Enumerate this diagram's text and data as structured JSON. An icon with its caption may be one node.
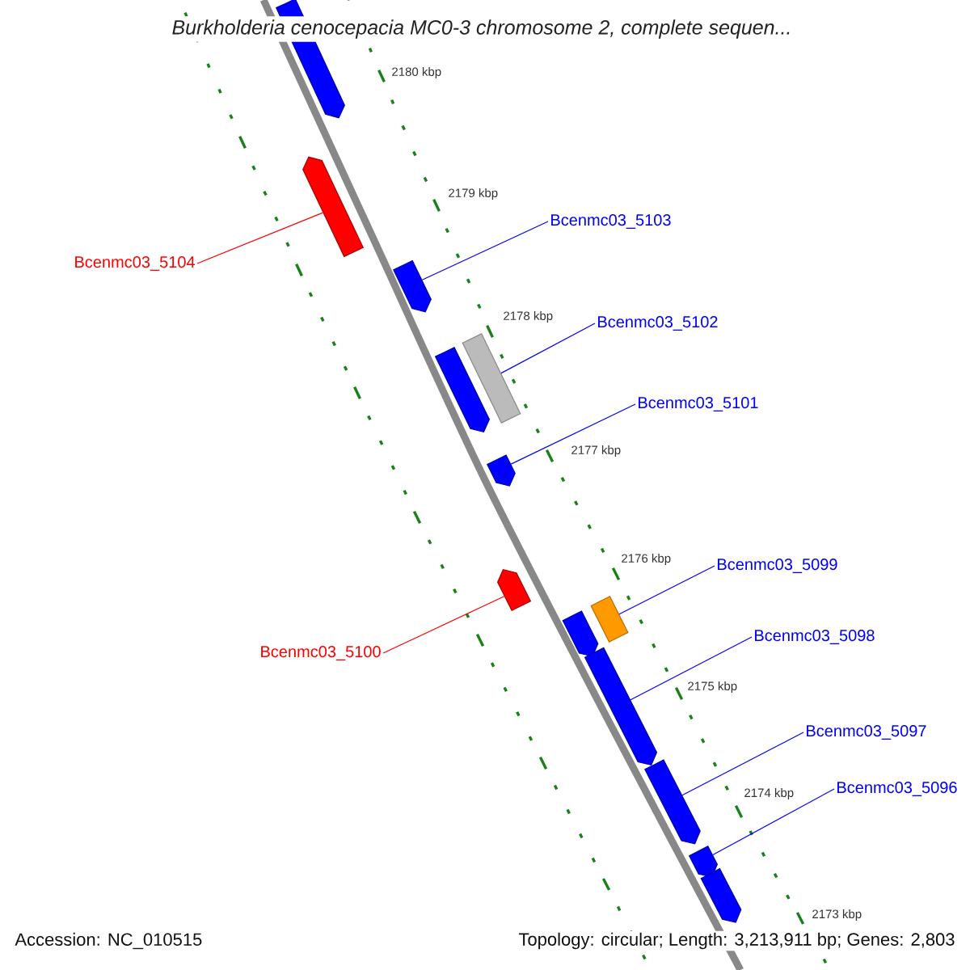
{
  "diagram": {
    "title": "Burkholderia cenocepacia MC0-3 chromosome 2, complete sequen...",
    "nodes": [
      {
        "text": [],
        "shape": "bar"
      },
      {
        "text": [],
        "shape": "bar"
      },
      {
        "text": [],
        "shape": "bar"
      },
      {
        "text": [],
        "shape": "bar"
      },
      {
        "text": [],
        "shape": "box"
      },
      {
        "text": [],
        "shape": "bar"
      },
      {
        "text": [],
        "shape": "bar"
      },
      {
        "text": [],
        "shape": "bar"
      },
      {
        "text": [],
        "shape": "box"
      },
      {
        "text": [],
        "shape": "bar"
      },
      {
        "text": [],
        "shape": "bar"
      },
      {
        "text": [],
        "shape": "bar"
      },
      {
        "text": [],
        "shape": "bar"
      },
      {
        "text": [
          "Bcenmc03_5103"
        ]
      },
      {
        "text": [
          "Bcenmc03_5104"
        ]
      },
      {
        "text": [
          "Bcenmc03_5102"
        ]
      },
      {
        "text": [
          "Bcenmc03_5101"
        ]
      },
      {
        "text": [
          "Bcenmc03_5099"
        ]
      },
      {
        "text": [
          "Bcenmc03_5098"
        ]
      },
      {
        "text": [
          "Bcenmc03_5100"
        ]
      },
      {
        "text": [
          "Bcenmc03_5097"
        ]
      },
      {
        "text": [
          "Bcenmc03_5096"
        ]
      }
    ],
    "edges": [
      {
        "from": 13,
        "to": 2,
        "arrow": "none"
      },
      {
        "from": 14,
        "to": 1,
        "arrow": "none",
        "color": "#ff0000"
      },
      {
        "from": 15,
        "to": 4,
        "arrow": "none"
      },
      {
        "from": 16,
        "to": 5,
        "arrow": "none"
      },
      {
        "from": 17,
        "to": 8,
        "arrow": "none"
      },
      {
        "from": 18,
        "to": 9,
        "arrow": "none"
      },
      {
        "from": 19,
        "to": 6,
        "arrow": "none",
        "color": "#ff0000"
      },
      {
        "from": 20,
        "to": 10,
        "arrow": "none"
      },
      {
        "from": 21,
        "to": 11,
        "arrow": "none"
      }
    ],
    "labels": [
      "2180 kbp",
      "2179 kbp",
      "2178 kbp",
      "2177 kbp",
      "2176 kbp",
      "2175 kbp",
      "2174 kbp",
      "2173 kbp",
      "Accession: NC_010515",
      "Topology: circular; Length: 3,213,911 bp; Genes: 2,803"
    ]
  }
}
